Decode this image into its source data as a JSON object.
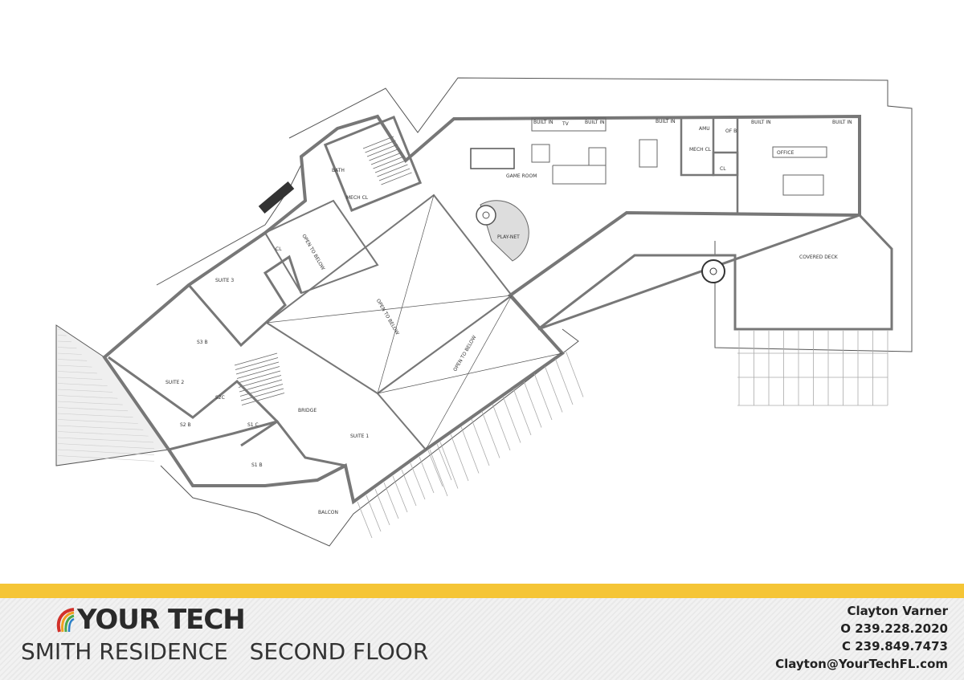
{
  "plan": {
    "labels": {
      "game_room": "GAME ROOM",
      "built_in": "BUILT IN",
      "tv": "TV",
      "amu": "AMU",
      "of_b": "OF B",
      "mech_cl": "MECH CL",
      "cl": "CL",
      "office": "OFFICE",
      "play_net": "PLAY-NET",
      "covered_deck": "COVERED DECK",
      "bath": "BATH",
      "open_to_below": "OPEN TO BELOW",
      "suite_3": "SUITE 3",
      "suite_2": "SUITE 2",
      "suite_1": "SUITE 1",
      "s3b": "S3 B",
      "s2c": "S2C",
      "s2b": "S2 B",
      "s1c": "S1 C",
      "s1b": "S1 B",
      "bridge": "BRIDGE",
      "balcony": "BALCON"
    }
  },
  "footer": {
    "logo": "YOUR TECH",
    "title": "SMITH RESIDENCE   SECOND FLOOR",
    "contact_name": "Clayton Varner",
    "office_phone": "O 239.228.2020",
    "cell_phone": "C 239.849.7473",
    "email": "Clayton@YourTechFL.com"
  },
  "colors": {
    "accent": "#f5c536",
    "wall": "#777777"
  }
}
